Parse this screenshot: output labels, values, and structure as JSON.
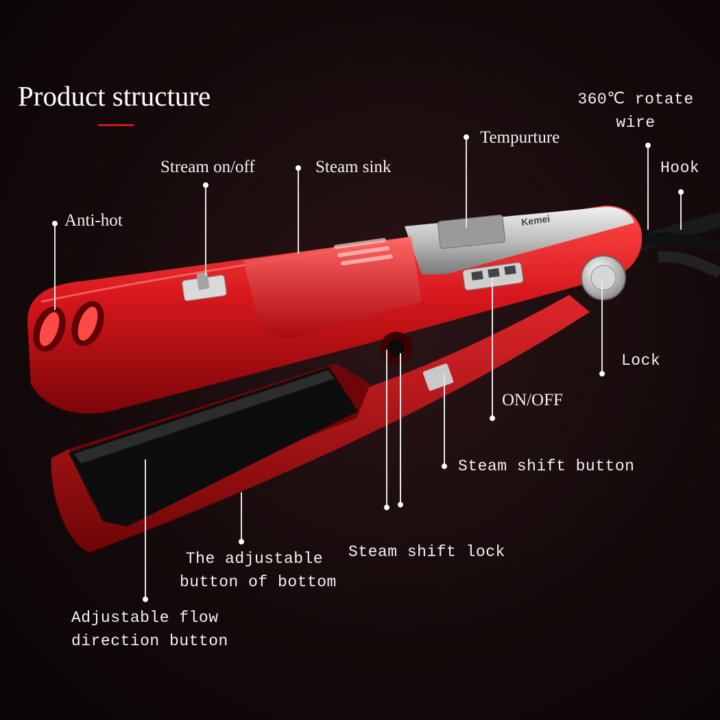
{
  "title": "Product structure",
  "brand": "Kemei",
  "accent_color": "#d0161c",
  "body_color": "#c4141a",
  "labels": {
    "rotate_wire_1": "360℃ rotate",
    "rotate_wire_2": "wire",
    "temperature": "Tempurture",
    "hook": "Hook",
    "stream_on_off": "Stream on/off",
    "steam_sink": "Steam sink",
    "anti_hot": "Anti-hot",
    "lock": "Lock",
    "on_off": "ON/OFF",
    "steam_shift_button": "Steam shift button",
    "steam_shift_lock": "Steam shift lock",
    "adjustable_bottom_1": "The adjustable",
    "adjustable_bottom_2": "button of bottom",
    "flow_direction_1": "Adjustable flow",
    "flow_direction_2": "direction button"
  }
}
